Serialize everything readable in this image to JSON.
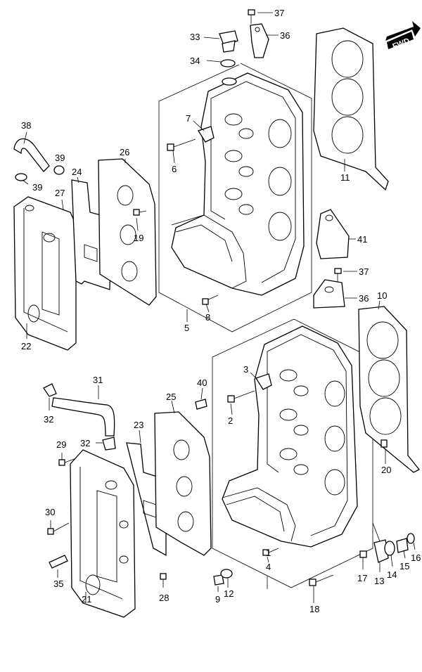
{
  "diagram": {
    "direction_badge": "FWD",
    "callouts": {
      "c1": "1",
      "c2": "2",
      "c3": "3",
      "c4": "4",
      "c5": "5",
      "c6": "6",
      "c7": "7",
      "c8": "8",
      "c9": "9",
      "c10": "10",
      "c11": "11",
      "c12": "12",
      "c13": "13",
      "c14": "14",
      "c15": "15",
      "c16": "16",
      "c17": "17",
      "c18": "18",
      "c19": "19",
      "c20": "20",
      "c21": "21",
      "c22": "22",
      "c23": "23",
      "c24": "24",
      "c25": "25",
      "c26": "26",
      "c27": "27",
      "c28": "28",
      "c29": "29",
      "c30": "30",
      "c31": "31",
      "c32a": "32",
      "c32b": "32",
      "c33": "33",
      "c34": "34",
      "c35": "35",
      "c36a": "36",
      "c36b": "36",
      "c37a": "37",
      "c37b": "37",
      "c38": "38",
      "c39a": "39",
      "c39b": "39",
      "c40": "40",
      "c41": "41"
    }
  }
}
